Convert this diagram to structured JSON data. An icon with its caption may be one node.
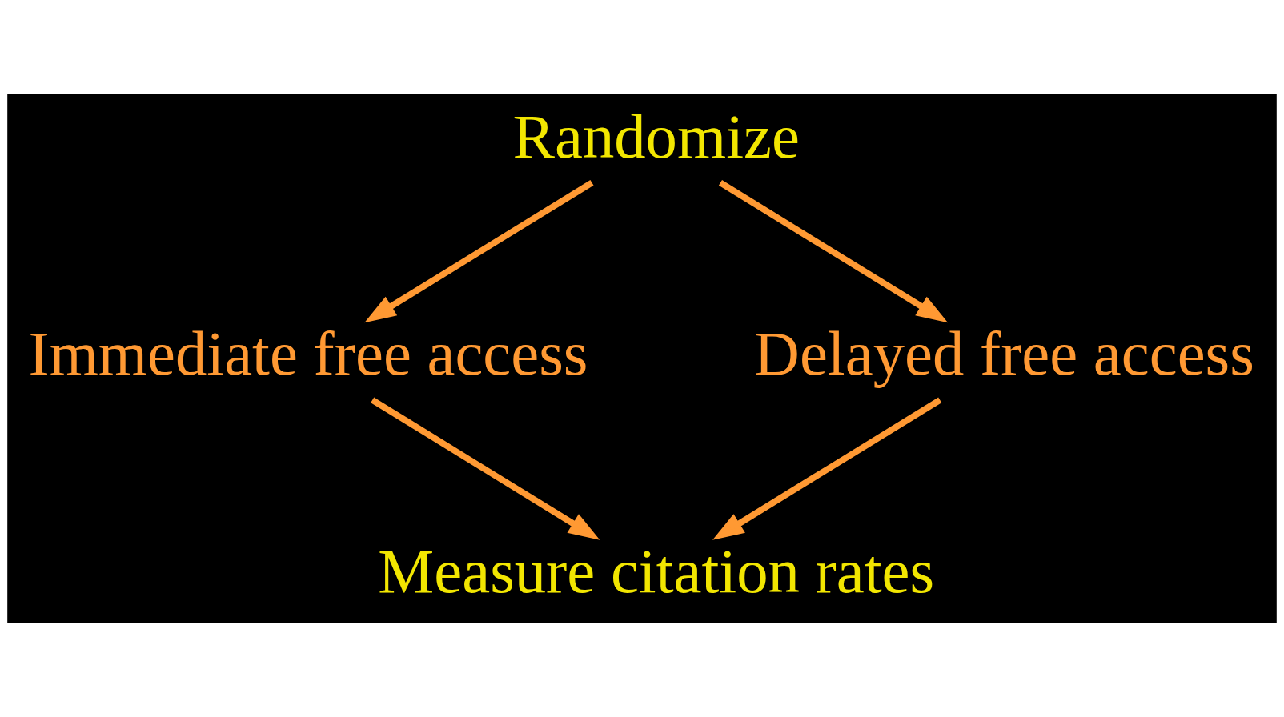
{
  "diagram": {
    "nodes": [
      {
        "text": [
          "Randomize"
        ]
      },
      {
        "text": [
          "Immediate free access"
        ]
      },
      {
        "text": [
          "Delayed free access"
        ]
      },
      {
        "text": [
          "Measure citation rates"
        ]
      }
    ],
    "edges": [
      {
        "from": 0,
        "to": 1,
        "arrow": "to"
      },
      {
        "from": 0,
        "to": 2,
        "arrow": "to"
      },
      {
        "from": 1,
        "to": 3,
        "arrow": "to"
      },
      {
        "from": 2,
        "to": 3,
        "arrow": "to"
      }
    ]
  }
}
